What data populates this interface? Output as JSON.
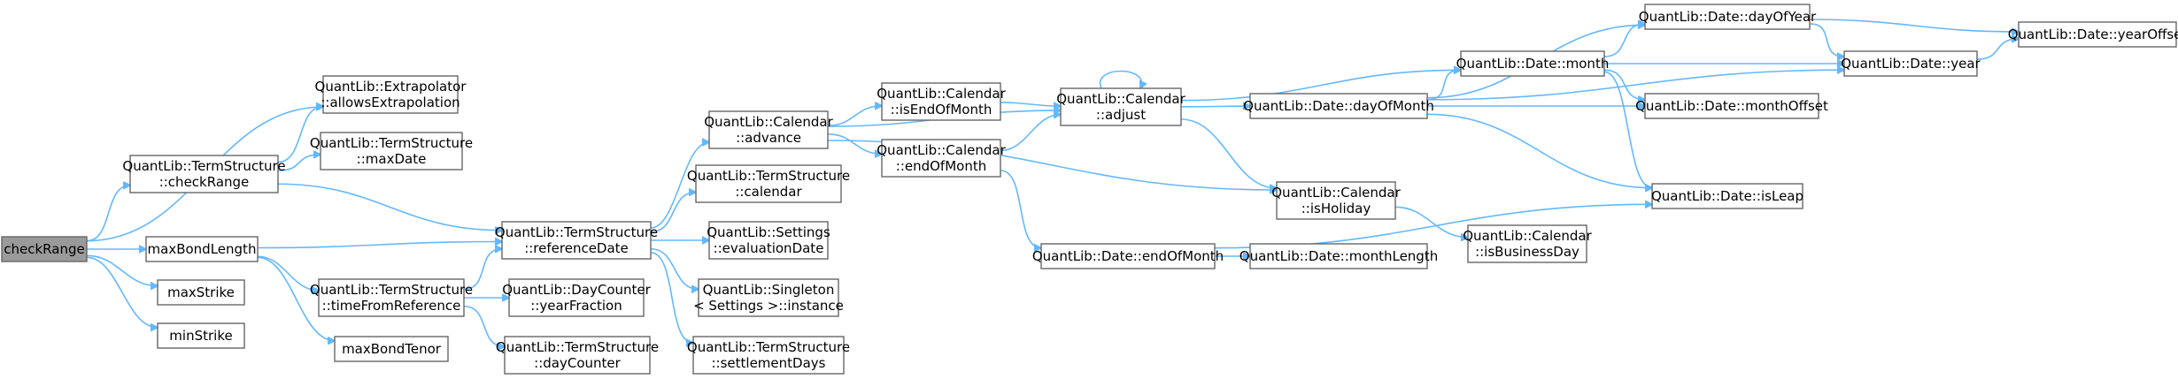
{
  "colors": {
    "edge": "#63b8ff",
    "node_border": "#666666",
    "root_fill": "#9a9a9a",
    "node_fill": "#ffffff"
  },
  "graph": {
    "root": "checkRange",
    "nodes": [
      {
        "id": "checkRange",
        "lines": [
          "checkRange"
        ]
      },
      {
        "id": "allowsExtrapolation",
        "lines": [
          "QuantLib::Extrapolator",
          "::allowsExtrapolation"
        ]
      },
      {
        "id": "ts_checkRange",
        "lines": [
          "QuantLib::TermStructure",
          "::checkRange"
        ]
      },
      {
        "id": "maxBondLength",
        "lines": [
          "maxBondLength"
        ]
      },
      {
        "id": "maxStrike",
        "lines": [
          "maxStrike"
        ]
      },
      {
        "id": "minStrike",
        "lines": [
          "minStrike"
        ]
      },
      {
        "id": "ts_maxDate",
        "lines": [
          "QuantLib::TermStructure",
          "::maxDate"
        ]
      },
      {
        "id": "ts_timeFromReference",
        "lines": [
          "QuantLib::TermStructure",
          "::timeFromReference"
        ]
      },
      {
        "id": "maxBondTenor",
        "lines": [
          "maxBondTenor"
        ]
      },
      {
        "id": "ts_referenceDate",
        "lines": [
          "QuantLib::TermStructure",
          "::referenceDate"
        ]
      },
      {
        "id": "dc_yearFraction",
        "lines": [
          "QuantLib::DayCounter",
          "::yearFraction"
        ]
      },
      {
        "id": "ts_dayCounter",
        "lines": [
          "QuantLib::TermStructure",
          "::dayCounter"
        ]
      },
      {
        "id": "cal_advance",
        "lines": [
          "QuantLib::Calendar",
          "::advance"
        ]
      },
      {
        "id": "ts_calendar",
        "lines": [
          "QuantLib::TermStructure",
          "::calendar"
        ]
      },
      {
        "id": "settings_evaluationDate",
        "lines": [
          "QuantLib::Settings",
          "::evaluationDate"
        ]
      },
      {
        "id": "singleton_instance",
        "lines": [
          "QuantLib::Singleton",
          "< Settings >::instance"
        ]
      },
      {
        "id": "ts_settlementDays",
        "lines": [
          "QuantLib::TermStructure",
          "::settlementDays"
        ]
      },
      {
        "id": "cal_isEndOfMonth",
        "lines": [
          "QuantLib::Calendar",
          "::isEndOfMonth"
        ]
      },
      {
        "id": "cal_endOfMonth",
        "lines": [
          "QuantLib::Calendar",
          "::endOfMonth"
        ]
      },
      {
        "id": "cal_adjust",
        "lines": [
          "QuantLib::Calendar",
          "::adjust"
        ]
      },
      {
        "id": "date_endOfMonth",
        "lines": [
          "QuantLib::Date::endOfMonth"
        ]
      },
      {
        "id": "date_dayOfMonth",
        "lines": [
          "QuantLib::Date::dayOfMonth"
        ]
      },
      {
        "id": "date_monthLength",
        "lines": [
          "QuantLib::Date::monthLength"
        ]
      },
      {
        "id": "cal_isHoliday",
        "lines": [
          "QuantLib::Calendar",
          "::isHoliday"
        ]
      },
      {
        "id": "cal_isBusinessDay",
        "lines": [
          "QuantLib::Calendar",
          "::isBusinessDay"
        ]
      },
      {
        "id": "date_month",
        "lines": [
          "QuantLib::Date::month"
        ]
      },
      {
        "id": "date_dayOfYear",
        "lines": [
          "QuantLib::Date::dayOfYear"
        ]
      },
      {
        "id": "date_monthOffset",
        "lines": [
          "QuantLib::Date::monthOffset"
        ]
      },
      {
        "id": "date_year",
        "lines": [
          "QuantLib::Date::year"
        ]
      },
      {
        "id": "date_isLeap",
        "lines": [
          "QuantLib::Date::isLeap"
        ]
      },
      {
        "id": "date_yearOffset",
        "lines": [
          "QuantLib::Date::yearOffset"
        ]
      }
    ],
    "edges": [
      [
        "checkRange",
        "allowsExtrapolation"
      ],
      [
        "checkRange",
        "ts_checkRange"
      ],
      [
        "checkRange",
        "maxBondLength"
      ],
      [
        "checkRange",
        "maxStrike"
      ],
      [
        "checkRange",
        "minStrike"
      ],
      [
        "ts_checkRange",
        "allowsExtrapolation"
      ],
      [
        "ts_checkRange",
        "ts_maxDate"
      ],
      [
        "ts_checkRange",
        "ts_referenceDate"
      ],
      [
        "maxBondLength",
        "ts_referenceDate"
      ],
      [
        "maxBondLength",
        "ts_timeFromReference"
      ],
      [
        "maxBondLength",
        "maxBondTenor"
      ],
      [
        "ts_timeFromReference",
        "ts_referenceDate"
      ],
      [
        "ts_timeFromReference",
        "dc_yearFraction"
      ],
      [
        "ts_timeFromReference",
        "ts_dayCounter"
      ],
      [
        "ts_referenceDate",
        "cal_advance"
      ],
      [
        "ts_referenceDate",
        "ts_calendar"
      ],
      [
        "ts_referenceDate",
        "settings_evaluationDate"
      ],
      [
        "ts_referenceDate",
        "singleton_instance"
      ],
      [
        "ts_referenceDate",
        "ts_settlementDays"
      ],
      [
        "cal_advance",
        "cal_isEndOfMonth"
      ],
      [
        "cal_advance",
        "cal_endOfMonth"
      ],
      [
        "cal_advance",
        "cal_adjust"
      ],
      [
        "cal_advance",
        "cal_isHoliday"
      ],
      [
        "cal_isEndOfMonth",
        "cal_adjust"
      ],
      [
        "cal_endOfMonth",
        "cal_adjust"
      ],
      [
        "cal_endOfMonth",
        "date_endOfMonth"
      ],
      [
        "cal_adjust",
        "cal_adjust"
      ],
      [
        "cal_adjust",
        "date_dayOfMonth"
      ],
      [
        "cal_adjust",
        "date_month"
      ],
      [
        "cal_adjust",
        "cal_isHoliday"
      ],
      [
        "date_endOfMonth",
        "date_monthLength"
      ],
      [
        "date_endOfMonth",
        "date_isLeap"
      ],
      [
        "date_dayOfMonth",
        "date_dayOfYear"
      ],
      [
        "date_dayOfMonth",
        "date_month"
      ],
      [
        "date_dayOfMonth",
        "date_monthOffset"
      ],
      [
        "date_dayOfMonth",
        "date_year"
      ],
      [
        "date_dayOfMonth",
        "date_isLeap"
      ],
      [
        "cal_isHoliday",
        "cal_isBusinessDay"
      ],
      [
        "date_month",
        "date_dayOfYear"
      ],
      [
        "date_month",
        "date_year"
      ],
      [
        "date_month",
        "date_monthOffset"
      ],
      [
        "date_month",
        "date_isLeap"
      ],
      [
        "date_dayOfYear",
        "date_year"
      ],
      [
        "date_dayOfYear",
        "date_yearOffset"
      ],
      [
        "date_year",
        "date_yearOffset"
      ]
    ]
  }
}
